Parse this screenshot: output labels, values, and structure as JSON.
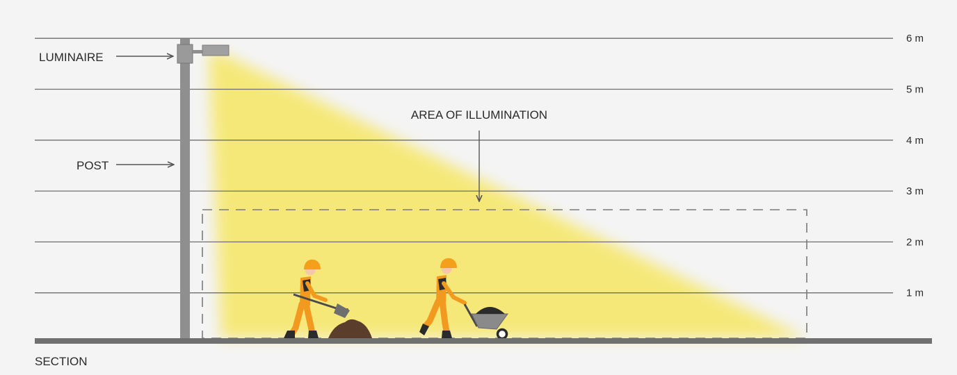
{
  "labels": {
    "luminaire": "LUMINAIRE",
    "post": "POST",
    "area_of_illumination": "AREA OF ILLUMINATION",
    "section": "SECTION"
  },
  "height_scale": [
    {
      "value": 6,
      "label": "6 m"
    },
    {
      "value": 5,
      "label": "5 m"
    },
    {
      "value": 4,
      "label": "4 m"
    },
    {
      "value": 3,
      "label": "3 m"
    },
    {
      "value": 2,
      "label": "2 m"
    },
    {
      "value": 1,
      "label": "1 m"
    }
  ],
  "illuminated_area_height_m": 2.6,
  "colors": {
    "background": "#f4f4f4",
    "gridline": "#6e6e6e",
    "light_cone": "#f6e873",
    "post": "#8f8f8f",
    "ground": "#707070",
    "worker_suit": "#f29a1f",
    "worker_helmet": "#f5a01a",
    "soil": "#5a3d2b"
  },
  "icons": [
    "street-light-icon",
    "worker-shoveling-icon",
    "worker-wheelbarrow-icon"
  ]
}
